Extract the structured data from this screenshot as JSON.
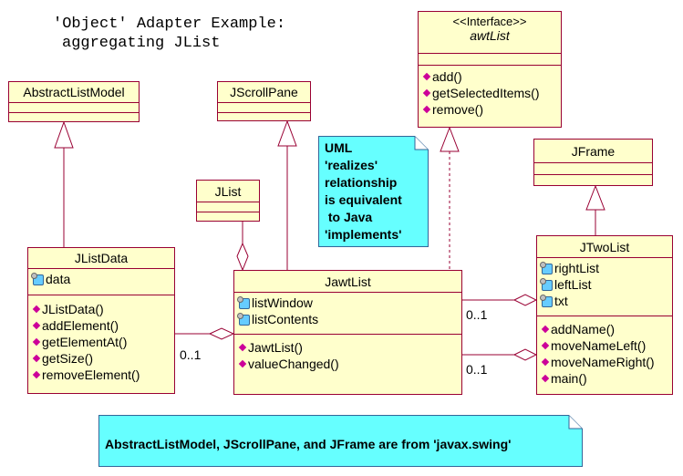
{
  "title": {
    "line1": "'Object' Adapter Example:",
    "line2": "aggregating JList"
  },
  "classes": {
    "abstract_list_model": {
      "name": "AbstractListModel"
    },
    "jscroll_pane": {
      "name": "JScrollPane"
    },
    "awt_list": {
      "stereotype": "<<Interface>>",
      "name": "awtList",
      "operations": [
        "add()",
        "getSelectedItems()",
        "remove()"
      ]
    },
    "jframe": {
      "name": "JFrame"
    },
    "jlist": {
      "name": "JList"
    },
    "jlist_data": {
      "name": "JListData",
      "attributes": [
        "data"
      ],
      "operations": [
        "JListData()",
        "addElement()",
        "getElementAt()",
        "getSize()",
        "removeElement()"
      ]
    },
    "jawt_list": {
      "name": "JawtList",
      "attributes": [
        "listWindow",
        "listContents"
      ],
      "operations": [
        "JawtList()",
        "valueChanged()"
      ]
    },
    "jtwo_list": {
      "name": "JTwoList",
      "attributes": [
        "rightList",
        "leftList",
        "txt"
      ],
      "operations": [
        "addName()",
        "moveNameLeft()",
        "moveNameRight()",
        "main()"
      ]
    }
  },
  "notes": {
    "realizes": "UML\n'realizes'\nrelationship\nis equivalent\n to Java\n'implements'",
    "swing": "AbstractListModel, JScrollPane, and JFrame are from 'javax.swing'"
  },
  "multiplicities": {
    "jlistdata_jawtlist": "0..1",
    "jawtlist_jtwolist_top": "0..1",
    "jawtlist_jtwolist_bottom": "0..1"
  },
  "colors": {
    "class_fill": "#ffffcc",
    "class_border": "#990033",
    "note_fill": "#66ffff",
    "line": "#990033"
  }
}
